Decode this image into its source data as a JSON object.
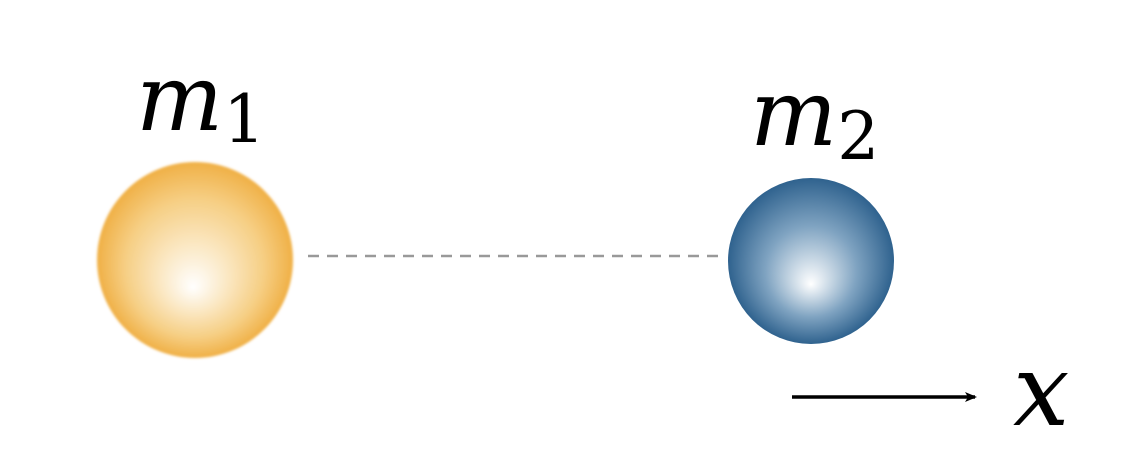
{
  "diagram": {
    "mass1": {
      "symbol": "m",
      "subscript": "1",
      "color": "#F0B046",
      "highlight": "#FFFFFF"
    },
    "mass2": {
      "symbol": "m",
      "subscript": "2",
      "color": "#2F628E",
      "highlight": "#FFFFFF"
    },
    "axis": {
      "label": "x"
    },
    "connector_color": "#999999",
    "arrow_color": "#000000",
    "icons": [
      "dashed-connector-line",
      "x-axis-arrow"
    ]
  }
}
